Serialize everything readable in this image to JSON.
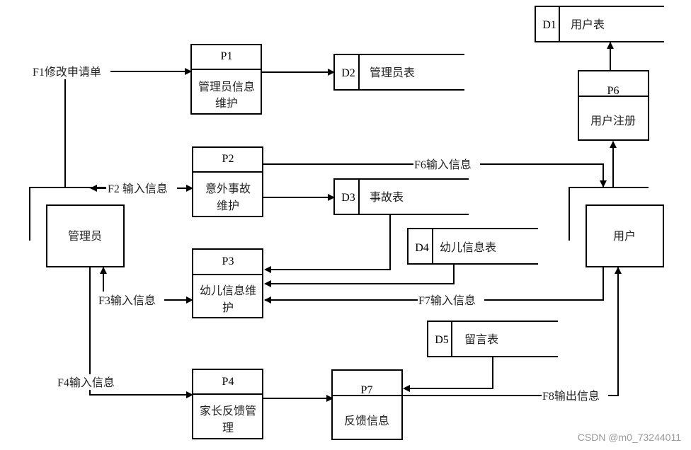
{
  "diagram": {
    "type": "data-flow-diagram",
    "processes": [
      {
        "id": "P1",
        "name_line1": "管理员信息",
        "name_line2": "维护"
      },
      {
        "id": "P2",
        "name_line1": "意外事故",
        "name_line2": "维护"
      },
      {
        "id": "P3",
        "name_line1": "幼儿信息维",
        "name_line2": "护"
      },
      {
        "id": "P4",
        "name_line1": "家长反馈管",
        "name_line2": "理"
      },
      {
        "id": "P6",
        "name_line1": "用户注册",
        "name_line2": ""
      },
      {
        "id": "P7",
        "name_line1": "反馈信息",
        "name_line2": ""
      }
    ],
    "data_stores": [
      {
        "id": "D1",
        "name": "用户表"
      },
      {
        "id": "D2",
        "name": "管理员表"
      },
      {
        "id": "D3",
        "name": "事故表"
      },
      {
        "id": "D4",
        "name": "幼儿信息表"
      },
      {
        "id": "D5",
        "name": "留言表"
      }
    ],
    "entities": [
      {
        "name": "管理员"
      },
      {
        "name": "用户"
      }
    ],
    "flows": [
      {
        "label": "F1修改申请单",
        "from": "管理员",
        "to": "P1"
      },
      {
        "label": "F2 输入信息",
        "from": "管理员",
        "to": "P2",
        "bidirectional": true
      },
      {
        "label": "F3输入信息",
        "from": "P3",
        "to": "管理员"
      },
      {
        "label": "F4输入信息",
        "from": "管理员",
        "to": "P4"
      },
      {
        "label": "F6输入信息",
        "from": "P2",
        "to": "用户"
      },
      {
        "label": "F7输入信息",
        "from": "用户",
        "to": "P3"
      },
      {
        "label": "F8输出信息",
        "from": "P7",
        "to": "用户"
      },
      {
        "label": "",
        "from": "P1",
        "to": "D2"
      },
      {
        "label": "",
        "from": "P2",
        "to": "D3"
      },
      {
        "label": "",
        "from": "D3",
        "to": "P3"
      },
      {
        "label": "",
        "from": "D4",
        "to": "P3"
      },
      {
        "label": "",
        "from": "P4",
        "to": "P7"
      },
      {
        "label": "",
        "from": "D5",
        "to": "P7"
      },
      {
        "label": "",
        "from": "P6",
        "to": "D1"
      },
      {
        "label": "",
        "from": "用户",
        "to": "P6"
      }
    ]
  },
  "watermark": "CSDN @m0_73244011"
}
